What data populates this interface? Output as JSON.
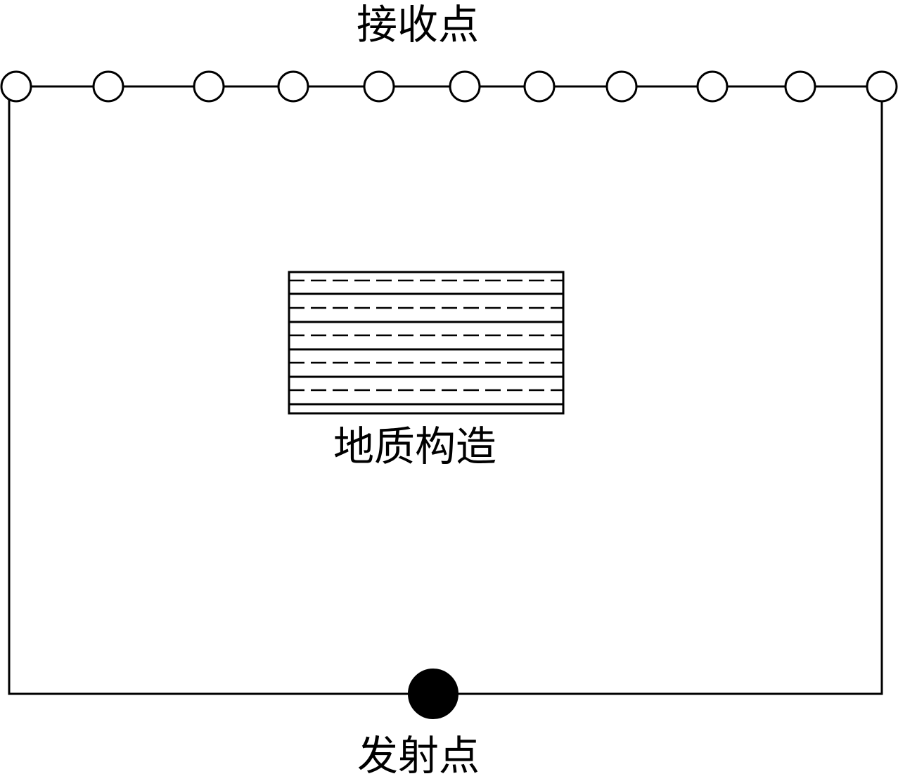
{
  "labels": {
    "receiver": "接收点",
    "structure": "地质构造",
    "transmitter": "发射点"
  },
  "receiver_count": 11,
  "structure": {
    "solid_layers": 6,
    "dashed_layers": 5
  },
  "colors": {
    "stroke": "#000000",
    "background": "#ffffff",
    "transmitter_fill": "#000000"
  }
}
